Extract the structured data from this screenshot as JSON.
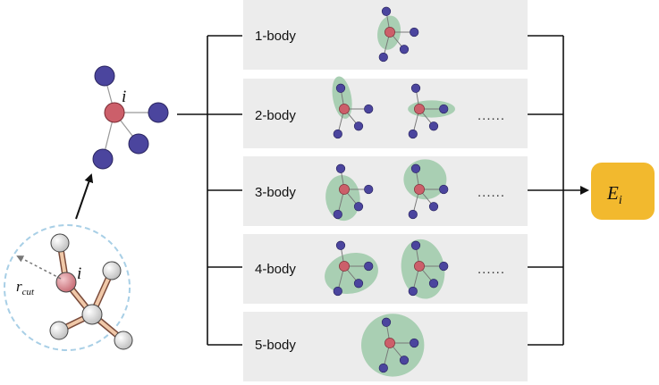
{
  "center_atom_label": "i",
  "cutoff_label": "r",
  "cutoff_subscript": "cut",
  "energy_label": "E",
  "energy_subscript": "i",
  "panels": [
    {
      "label": "1-body",
      "ellipsis": ""
    },
    {
      "label": "2-body",
      "ellipsis": "......"
    },
    {
      "label": "3-body",
      "ellipsis": "......"
    },
    {
      "label": "4-body",
      "ellipsis": "......"
    },
    {
      "label": "5-body",
      "ellipsis": ""
    }
  ],
  "colors": {
    "panel_bg": "#ececec",
    "center_atom": "#cc5f6a",
    "neighbor_atom": "#4b459e",
    "highlight": "#a9cfb3",
    "energy_box": "#f2b92e",
    "cutoff_circle": "#a8cfe6",
    "bond_light": "#f0c8a8"
  }
}
